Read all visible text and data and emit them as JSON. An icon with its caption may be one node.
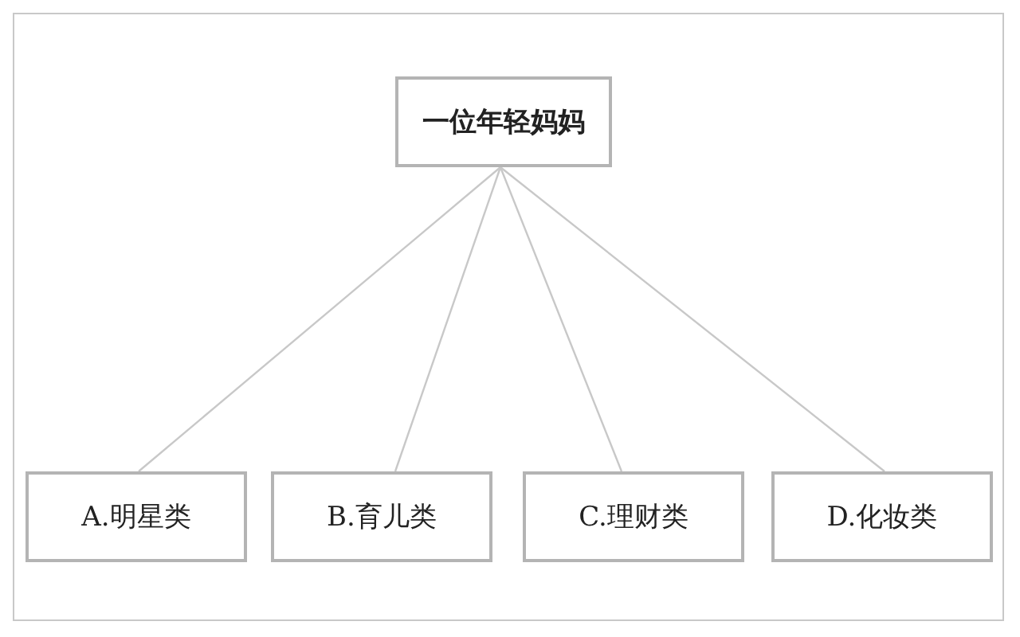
{
  "diagram": {
    "nodes": [
      {
        "text": [
          "一位年轻妈妈"
        ]
      },
      {
        "text": [
          "A.明星类"
        ]
      },
      {
        "text": [
          "B.育儿类"
        ]
      },
      {
        "text": [
          "C.理财类"
        ]
      },
      {
        "text": [
          "D.化妆类"
        ]
      }
    ],
    "edges": [
      {
        "from": 0,
        "to": 1,
        "arrow": "none"
      },
      {
        "from": 0,
        "to": 2,
        "arrow": "none"
      },
      {
        "from": 0,
        "to": 3,
        "arrow": "none"
      },
      {
        "from": 0,
        "to": 4,
        "arrow": "none"
      }
    ]
  }
}
